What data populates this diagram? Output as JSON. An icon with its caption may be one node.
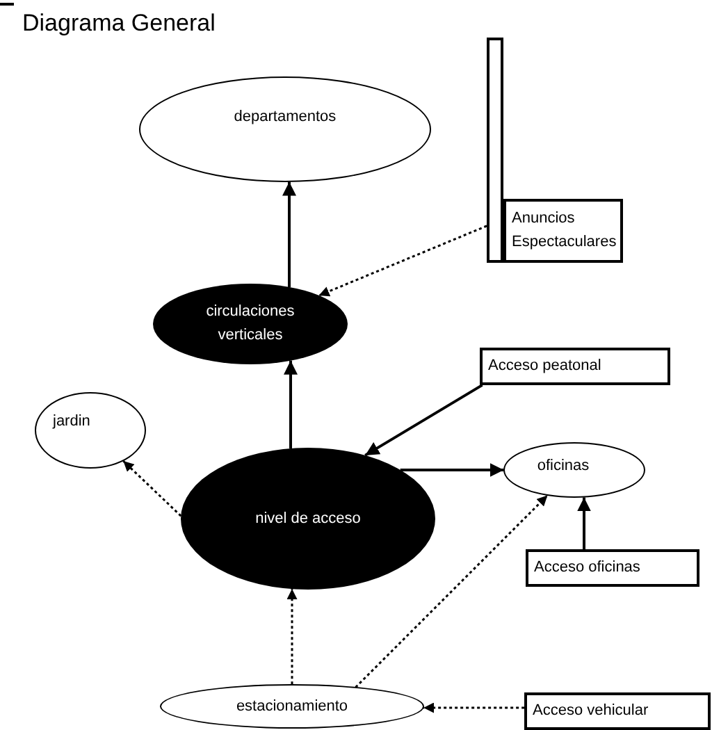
{
  "diagram": {
    "title": "Diagrama General",
    "nodes": [
      {
        "text": [
          "departamentos"
        ]
      },
      {
        "text": [],
        "shape": "bar"
      },
      {
        "text": [
          "Anuncios Espectaculares"
        ]
      },
      {
        "text": [
          "circulaciones verticales"
        ]
      },
      {
        "text": [
          "Acceso peatonal"
        ]
      },
      {
        "text": [
          "jardin"
        ]
      },
      {
        "text": [
          "nivel de acceso"
        ]
      },
      {
        "text": [
          "oficinas"
        ]
      },
      {
        "text": [
          "Acceso oficinas"
        ]
      },
      {
        "text": [
          "estacionamiento"
        ]
      },
      {
        "text": [
          "Acceso vehicular"
        ]
      }
    ],
    "edges": [
      {
        "from": 3,
        "to": 0,
        "arrow": "to"
      },
      {
        "from": 1,
        "to": 3,
        "arrow": "to",
        "style": "dashed"
      },
      {
        "from": 6,
        "to": 3,
        "arrow": "to"
      },
      {
        "from": 4,
        "to": 6,
        "arrow": "to"
      },
      {
        "from": 6,
        "to": 5,
        "arrow": "to",
        "style": "dashed"
      },
      {
        "from": 6,
        "to": 7,
        "arrow": "to"
      },
      {
        "from": 9,
        "to": 7,
        "arrow": "to",
        "style": "dashed"
      },
      {
        "from": 9,
        "to": 6,
        "arrow": "to",
        "style": "dashed"
      },
      {
        "from": 8,
        "to": 7,
        "arrow": "to"
      },
      {
        "from": 10,
        "to": 9,
        "arrow": "to",
        "style": "dashed"
      }
    ]
  }
}
